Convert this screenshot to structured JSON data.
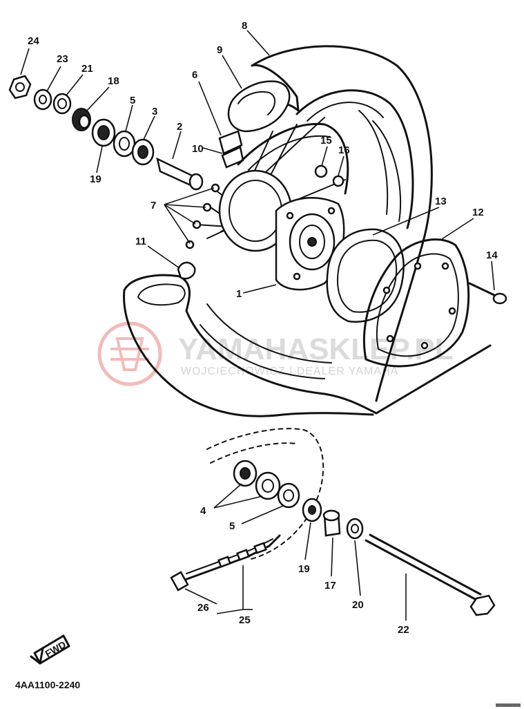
{
  "diagram": {
    "part_code": "4AA1100-2240",
    "fwd_label": "FWD",
    "watermark": {
      "title": "YAMAHASKLEP.PL",
      "subtitle": "WOJCIECHOWICZ | DEALER YAMAHA"
    },
    "callouts": {
      "c24": "24",
      "c23": "23",
      "c21": "21",
      "c18": "18",
      "c19a": "19",
      "c5a": "5",
      "c3": "3",
      "c2": "2",
      "c8": "8",
      "c9": "9",
      "c6": "6",
      "c10": "10",
      "c15": "15",
      "c16": "16",
      "c7": "7",
      "c11": "11",
      "c1": "1",
      "c13": "13",
      "c12": "12",
      "c14": "14",
      "c4": "4",
      "c5b": "5",
      "c19b": "19",
      "c17": "17",
      "c20": "20",
      "c22": "22",
      "c26": "26",
      "c25": "25"
    }
  }
}
